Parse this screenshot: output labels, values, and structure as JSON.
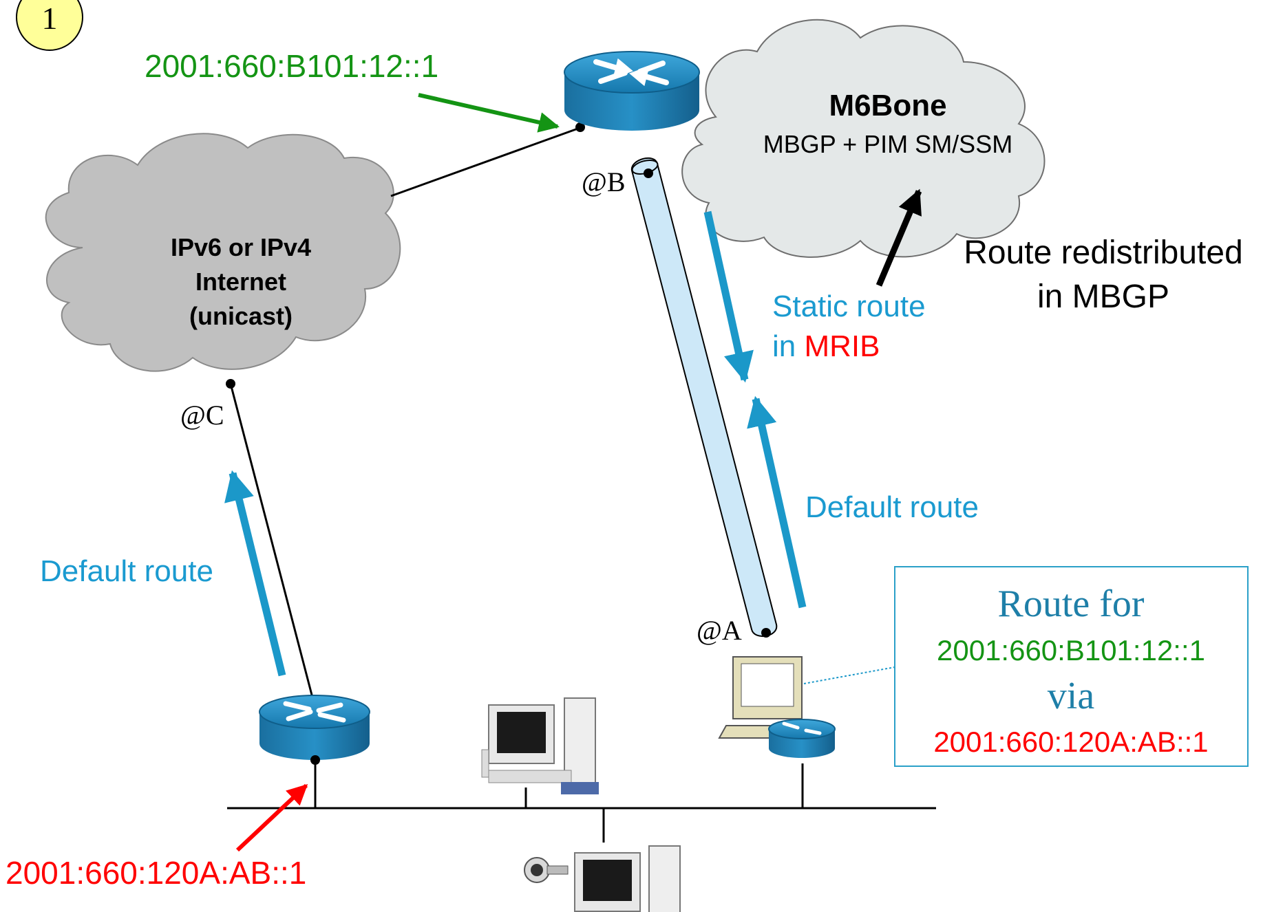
{
  "step_number": "1",
  "colors": {
    "green": "#149414",
    "red": "#ff0000",
    "blue_label": "#1a9ad0",
    "arrow_blue": "#1b98c9",
    "tunnel_fill": "#cde8f8",
    "cloud_gray": "#c0c0c0",
    "cloud_light": "#e4e8e8",
    "router_blue": "#1f86b8",
    "box_border": "#2aa0c8",
    "box_title": "#1e7fa8"
  },
  "icons": [
    "router-icon",
    "workstation-icon",
    "webcam-icon",
    "laptop-icon"
  ],
  "labels": {
    "top_address": "2001:660:B101:12::1",
    "bottom_address": "2001:660:120A:AB::1",
    "at_a": "@A",
    "at_b": "@B",
    "at_c": "@C",
    "default_route_left": "Default route",
    "default_route_right": "Default route",
    "static_route_line1": "Static route",
    "static_route_in": "in ",
    "static_route_mrib": "MRIB",
    "route_redistributed_line1": "Route redistributed",
    "route_redistributed_line2": "in MBGP"
  },
  "clouds": {
    "internet": {
      "line1": "IPv6 or IPv4",
      "line2": "Internet",
      "line3": "(unicast)"
    },
    "m6bone": {
      "title": "M6Bone",
      "subtitle": "MBGP + PIM SM/SSM"
    }
  },
  "route_box": {
    "title": "Route for",
    "address": "2001:660:B101:12::1",
    "via": "via",
    "next_hop": "2001:660:120A:AB::1"
  }
}
